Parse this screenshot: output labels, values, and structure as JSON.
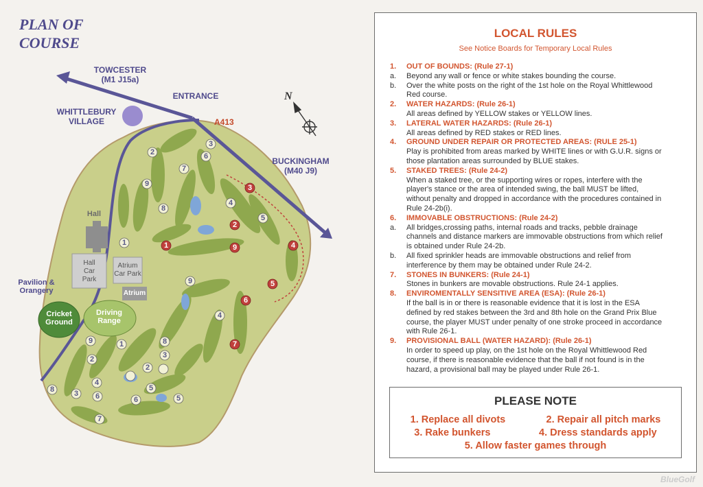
{
  "map": {
    "title_line1": "PLAN OF",
    "title_line2": "COURSE",
    "towcester_line1": "TOWCESTER",
    "towcester_line2": "(M1 J15a)",
    "entrance": "ENTRANCE",
    "road": "A413",
    "village_line1": "WHITTLEBURY",
    "village_line2": "VILLAGE",
    "buckingham_line1": "BUCKINGHAM",
    "buckingham_line2": "(M40 J9)",
    "north": "N",
    "hall": "Hall",
    "hall_car_park_line1": "Hall",
    "hall_car_park_line2": "Car",
    "hall_car_park_line3": "Park",
    "atrium_car_park_line1": "Atrium",
    "atrium_car_park_line2": "Car Park",
    "atrium": "Atrium",
    "pavilion_line1": "Pavilion &",
    "pavilion_line2": "Orangery",
    "cricket_line1": "Cricket",
    "cricket_line2": "Ground",
    "driving_line1": "Driving",
    "driving_line2": "Range",
    "holes": [
      "2",
      "3",
      "6",
      "7",
      "9",
      "8",
      "1",
      "4",
      "5",
      "3",
      "2",
      "9",
      "1",
      "4",
      "5",
      "9",
      "6",
      "4",
      "7",
      "8",
      "3",
      "2",
      "1",
      "9",
      "4",
      "5",
      "3",
      "6",
      "7",
      "2",
      "8",
      "5",
      "6"
    ]
  },
  "rules": {
    "title": "LOCAL RULES",
    "subtitle": "See Notice Boards for Temporary Local Rules",
    "r1_num": "1.",
    "r1_heading": "OUT OF BOUNDS: (Rule 27-1)",
    "r1_a": "a.",
    "r1_a_l1": "Beyond any wall or fence or white stakes bounding the course.",
    "r1_b": "b.",
    "r1_b_l1": "Over the white posts on the right of the 1st hole on the Royal Whittlewood",
    "r1_b_l2": "Red course.",
    "r2_num": "2.",
    "r2_heading": "WATER HAZARDS: (Rule 26-1)",
    "r2_l1": "All areas defined by YELLOW stakes or YELLOW lines.",
    "r3_num": "3.",
    "r3_heading": "LATERAL WATER HAZARDS: (Rule 26-1)",
    "r3_l1": "All areas defined by RED stakes or RED lines.",
    "r4_num": "4.",
    "r4_heading": "GROUND UNDER REPAIR OR PROTECTED AREAS: (RULE 25-1)",
    "r4_l1": "Play is prohibited from areas marked by WHITE lines or with G.U.R. signs or",
    "r4_l2": "those plantation areas surrounded by BLUE stakes.",
    "r5_num": "5.",
    "r5_heading": "STAKED TREES: (Rule 24-2)",
    "r5_l1": "When a staked tree, or the supporting wires or ropes, interfere with the",
    "r5_l2": "player's stance or the area of intended swing, the ball MUST be lifted,",
    "r5_l3": "without penalty and dropped in accordance with the procedures contained in",
    "r5_l4": "Rule 24-2b(i).",
    "r6_num": "6.",
    "r6_heading": "IMMOVABLE OBSTRUCTIONS: (Rule 24-2)",
    "r6_a": "a.",
    "r6_a_l1": "All bridges,crossing paths, internal roads and tracks, pebble drainage",
    "r6_a_l2": "channels and distance markers are immovable obstructions from which relief",
    "r6_a_l3": "is obtained under Rule 24-2b.",
    "r6_b": "b.",
    "r6_b_l1": "All fixed sprinkler heads are immovable obstructions and relief from",
    "r6_b_l2": "interference by them may be obtained under Rule 24-2.",
    "r7_num": "7.",
    "r7_heading": "STONES IN BUNKERS: (Rule 24-1)",
    "r7_l1": "Stones in bunkers are movable obstructions. Rule 24-1 applies.",
    "r8_num": "8.",
    "r8_heading": "ENVIROMENTALLY SENSITIVE AREA (ESA): (Rule 26-1)",
    "r8_l1": "If the ball is in or there is reasonable evidence that it is lost in the ESA",
    "r8_l2": "defined by red stakes between the 3rd and 8th hole on the Grand Prix Blue",
    "r8_l3": "course, the player MUST under penalty of one stroke proceed in accordance",
    "r8_l4": "with Rule 26-1.",
    "r9_num": "9.",
    "r9_heading": "PROVISIONAL BALL (WATER HAZARD): (Rule 26-1)",
    "r9_l1": "In order to speed up play, on the 1st hole on the Royal Whittlewood Red",
    "r9_l2": "course, if there is reasonable evidence that the ball if not found is in the",
    "r9_l3": "hazard, a provisional ball may be played under Rule 26-1."
  },
  "note": {
    "title": "PLEASE NOTE",
    "item1": "1. Replace all divots",
    "item2": "2. Repair all pitch marks",
    "item3": "3. Rake bunkers",
    "item4": "4. Dress standards apply",
    "item5": "5. Allow faster games through"
  },
  "watermark": "BlueGolf",
  "colors": {
    "accent": "#d2552f",
    "road": "#5a5697",
    "grass": "#c9cf8a",
    "fairway": "#8fa84e",
    "water": "#7fa6d8",
    "red_marker": "#c0403c"
  }
}
